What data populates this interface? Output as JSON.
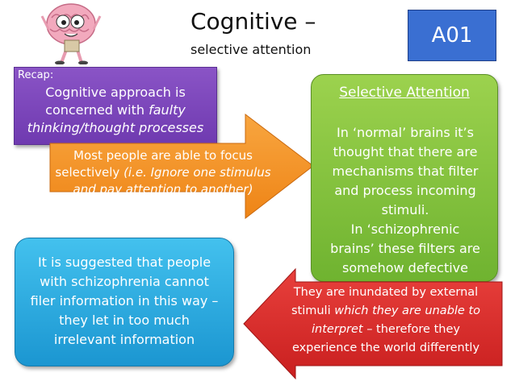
{
  "title": {
    "main": "Cognitive –",
    "sub": "selective attention"
  },
  "badge": "A01",
  "recap": {
    "label": "Recap:",
    "line1": "Cognitive approach is",
    "line2": "concerned with ",
    "line2_italic": "faulty",
    "line3_italic": "thinking/thought processes"
  },
  "orange_arrow": {
    "line1": "Most people are able to focus",
    "line2": "selectively ",
    "line2_italic": "(i.e. Ignore one stimulus",
    "line3_italic": "and pay attention to another)"
  },
  "selective_attention": {
    "title": "Selective Attention",
    "lines": [
      "In ‘normal’ brains it’s",
      "thought that there are",
      "mechanisms that filter",
      "and process incoming",
      "stimuli.",
      "In ‘schizophrenic",
      "brains’ these filters are",
      "somehow defective"
    ]
  },
  "blue_box": {
    "lines": [
      "It is suggested that people",
      "with schizophrenia cannot",
      "filer information in this way –",
      "they let in too much",
      "irrelevant information"
    ]
  },
  "red_arrow": {
    "line1": "They are inundated by external",
    "line2": "stimuli ",
    "line2_italic": "which they are unable to",
    "line3_italic": "interpret",
    "line3": " – therefore they",
    "line4": "experience the world differently"
  },
  "colors": {
    "badge": "#3a6fd2",
    "recap_box": "#7a44b8",
    "orange_arrow": "#f39223",
    "green_box": "#83c23e",
    "blue_box": "#2aaae0",
    "red_arrow": "#d92b2b"
  }
}
